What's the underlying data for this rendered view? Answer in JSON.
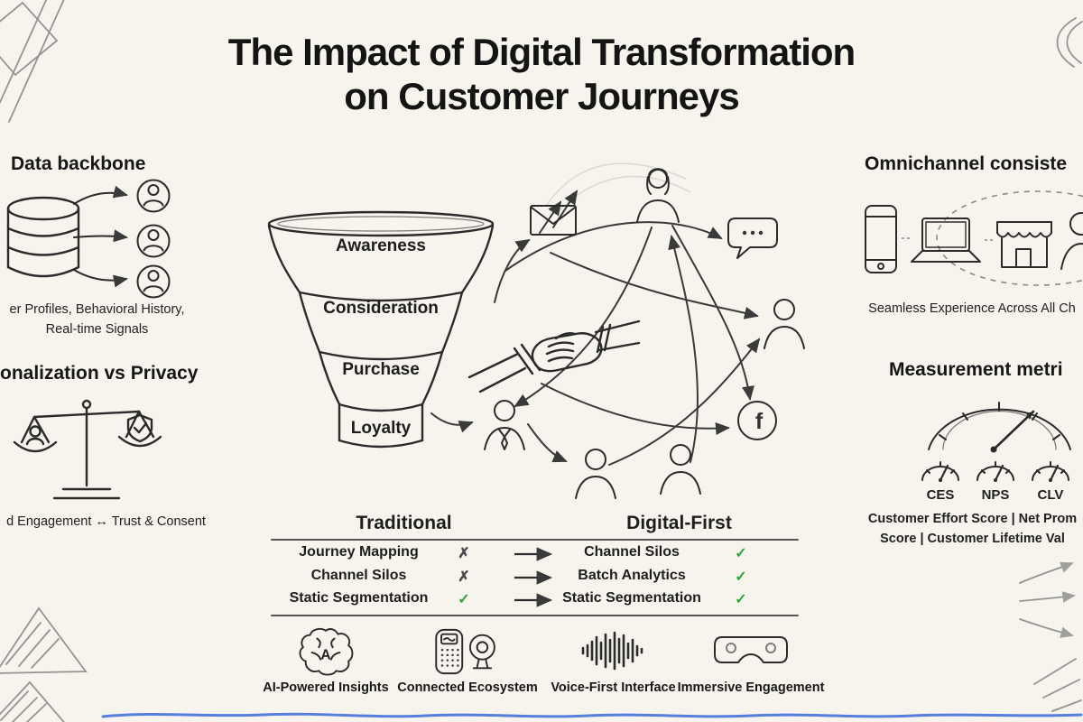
{
  "colors": {
    "background": "#f7f4ee",
    "ink": "#1e1e1e",
    "check_green": "#2fa53c",
    "x_mark_gray": "#4a4a4a",
    "accent_blue": "#3a68d8"
  },
  "title": {
    "line1": "The Impact of Digital Transformation",
    "line2": "on Customer Journeys"
  },
  "left_column": {
    "data_backbone": {
      "heading": "Data backbone",
      "caption": "er Profiles, Behavioral History,\nReal-time Signals"
    },
    "personalization": {
      "heading": "onalization vs Privacy",
      "caption": "d Engagement ↔ Trust & Consent"
    }
  },
  "funnel": {
    "stages": [
      "Awareness",
      "Consideration",
      "Purchase",
      "Loyalty"
    ]
  },
  "network": {
    "facebook_letter": "f"
  },
  "comparison": {
    "left_header": "Traditional",
    "right_header": "Digital-First",
    "rows": [
      {
        "left": "Journey Mapping",
        "left_mark": "✗",
        "right": "Channel Silos",
        "right_mark": "✓"
      },
      {
        "left": "Channel Silos",
        "left_mark": "✗",
        "right": "Batch Analytics",
        "right_mark": "✓"
      },
      {
        "left": "Static Segmentation",
        "left_mark": "✓",
        "right": "Static Segmentation",
        "right_mark": "✓"
      }
    ]
  },
  "bottom_icons": {
    "items": [
      {
        "label": "AI-Powered Insights",
        "icon": "brain-icon",
        "glyph": "A"
      },
      {
        "label": "Connected Ecosystem",
        "icon": "smart-speaker-icon"
      },
      {
        "label": "Voice-First Interface",
        "icon": "voice-waveform-icon"
      },
      {
        "label": "Immersive Engagement",
        "icon": "vr-goggles-icon"
      }
    ]
  },
  "right_column": {
    "omnichannel": {
      "heading": "Omnichannel consiste",
      "caption": "Seamless Experience Across All Ch"
    },
    "measurement": {
      "heading": "Measurement metri",
      "gauges": [
        {
          "label": "CES"
        },
        {
          "label": "NPS"
        },
        {
          "label": "CLV"
        }
      ],
      "caption": "Customer Effort Score | Net Prom\nScore | Customer Lifetime Val"
    }
  }
}
